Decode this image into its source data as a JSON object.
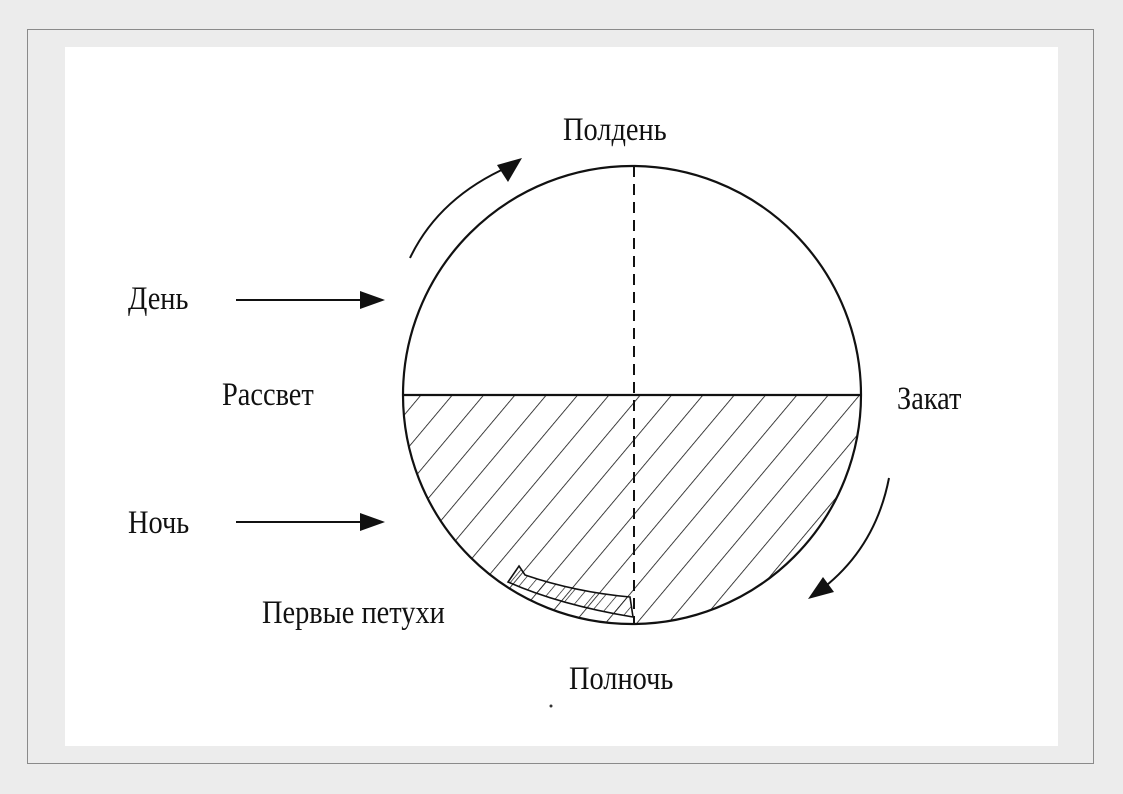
{
  "diagram": {
    "labels": {
      "noon": "Полдень",
      "day": "День",
      "dawn": "Рассвет",
      "sunset": "Закат",
      "night": "Ночь",
      "first_roosters": "Первые петухи",
      "midnight": "Полночь"
    },
    "colors": {
      "ink": "#111111",
      "page": "#ffffff",
      "background": "#ececec"
    }
  }
}
